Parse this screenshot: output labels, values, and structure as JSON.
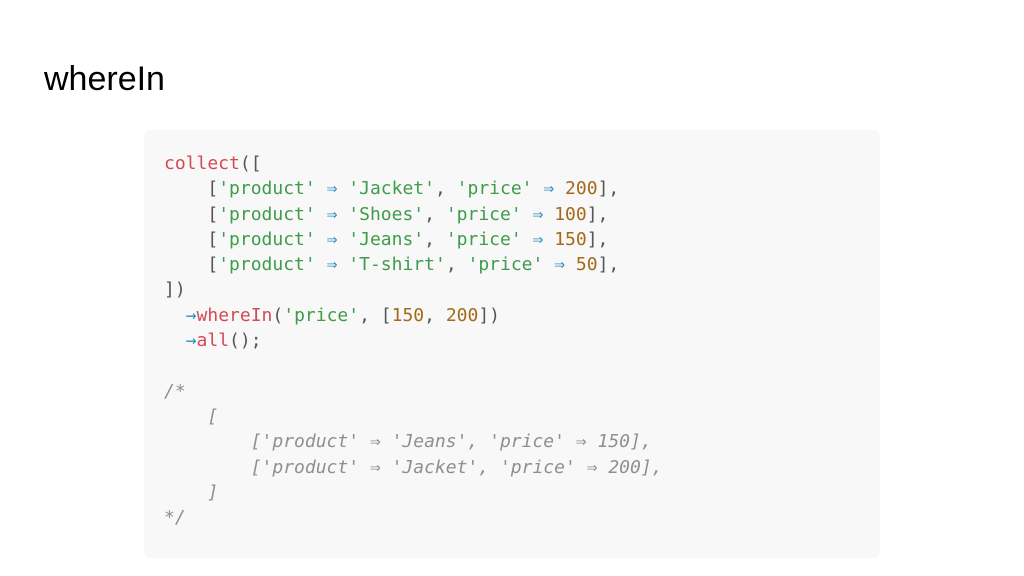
{
  "title": "whereIn",
  "code": {
    "language": "php",
    "lines": [
      [
        {
          "t": "kw",
          "v": "collect"
        },
        {
          "t": "pun",
          "v": "(["
        }
      ],
      [
        {
          "t": "pun",
          "v": "    ["
        },
        {
          "t": "str",
          "v": "'product'"
        },
        {
          "t": "pun",
          "v": " "
        },
        {
          "t": "op",
          "v": "⇒"
        },
        {
          "t": "pun",
          "v": " "
        },
        {
          "t": "str",
          "v": "'Jacket'"
        },
        {
          "t": "pun",
          "v": ", "
        },
        {
          "t": "str",
          "v": "'price'"
        },
        {
          "t": "pun",
          "v": " "
        },
        {
          "t": "op",
          "v": "⇒"
        },
        {
          "t": "pun",
          "v": " "
        },
        {
          "t": "num",
          "v": "200"
        },
        {
          "t": "pun",
          "v": "],"
        }
      ],
      [
        {
          "t": "pun",
          "v": "    ["
        },
        {
          "t": "str",
          "v": "'product'"
        },
        {
          "t": "pun",
          "v": " "
        },
        {
          "t": "op",
          "v": "⇒"
        },
        {
          "t": "pun",
          "v": " "
        },
        {
          "t": "str",
          "v": "'Shoes'"
        },
        {
          "t": "pun",
          "v": ", "
        },
        {
          "t": "str",
          "v": "'price'"
        },
        {
          "t": "pun",
          "v": " "
        },
        {
          "t": "op",
          "v": "⇒"
        },
        {
          "t": "pun",
          "v": " "
        },
        {
          "t": "num",
          "v": "100"
        },
        {
          "t": "pun",
          "v": "],"
        }
      ],
      [
        {
          "t": "pun",
          "v": "    ["
        },
        {
          "t": "str",
          "v": "'product'"
        },
        {
          "t": "pun",
          "v": " "
        },
        {
          "t": "op",
          "v": "⇒"
        },
        {
          "t": "pun",
          "v": " "
        },
        {
          "t": "str",
          "v": "'Jeans'"
        },
        {
          "t": "pun",
          "v": ", "
        },
        {
          "t": "str",
          "v": "'price'"
        },
        {
          "t": "pun",
          "v": " "
        },
        {
          "t": "op",
          "v": "⇒"
        },
        {
          "t": "pun",
          "v": " "
        },
        {
          "t": "num",
          "v": "150"
        },
        {
          "t": "pun",
          "v": "],"
        }
      ],
      [
        {
          "t": "pun",
          "v": "    ["
        },
        {
          "t": "str",
          "v": "'product'"
        },
        {
          "t": "pun",
          "v": " "
        },
        {
          "t": "op",
          "v": "⇒"
        },
        {
          "t": "pun",
          "v": " "
        },
        {
          "t": "str",
          "v": "'T-shirt'"
        },
        {
          "t": "pun",
          "v": ", "
        },
        {
          "t": "str",
          "v": "'price'"
        },
        {
          "t": "pun",
          "v": " "
        },
        {
          "t": "op",
          "v": "⇒"
        },
        {
          "t": "pun",
          "v": " "
        },
        {
          "t": "num",
          "v": "50"
        },
        {
          "t": "pun",
          "v": "],"
        }
      ],
      [
        {
          "t": "pun",
          "v": "])"
        }
      ],
      [
        {
          "t": "pun",
          "v": "  "
        },
        {
          "t": "op",
          "v": "→"
        },
        {
          "t": "kw",
          "v": "whereIn"
        },
        {
          "t": "pun",
          "v": "("
        },
        {
          "t": "str",
          "v": "'price'"
        },
        {
          "t": "pun",
          "v": ", ["
        },
        {
          "t": "num",
          "v": "150"
        },
        {
          "t": "pun",
          "v": ", "
        },
        {
          "t": "num",
          "v": "200"
        },
        {
          "t": "pun",
          "v": "])"
        }
      ],
      [
        {
          "t": "pun",
          "v": "  "
        },
        {
          "t": "op",
          "v": "→"
        },
        {
          "t": "kw",
          "v": "all"
        },
        {
          "t": "pun",
          "v": "();"
        }
      ],
      [],
      [
        {
          "t": "cmt",
          "v": "/*"
        }
      ],
      [
        {
          "t": "cmt",
          "v": "    ["
        }
      ],
      [
        {
          "t": "cmt",
          "v": "        ['product' ⇒ 'Jeans', 'price' ⇒ 150],"
        }
      ],
      [
        {
          "t": "cmt",
          "v": "        ['product' ⇒ 'Jacket', 'price' ⇒ 200],"
        }
      ],
      [
        {
          "t": "cmt",
          "v": "    ]"
        }
      ],
      [
        {
          "t": "cmt",
          "v": "*/"
        }
      ]
    ]
  },
  "colors": {
    "background": "#ffffff",
    "code_background": "#f8f8f8",
    "keyword": "#d14a55",
    "string": "#3e9c4a",
    "number": "#a56a19",
    "operator": "#2f8fc0",
    "punctuation": "#555555",
    "comment": "#8f8f8f"
  }
}
